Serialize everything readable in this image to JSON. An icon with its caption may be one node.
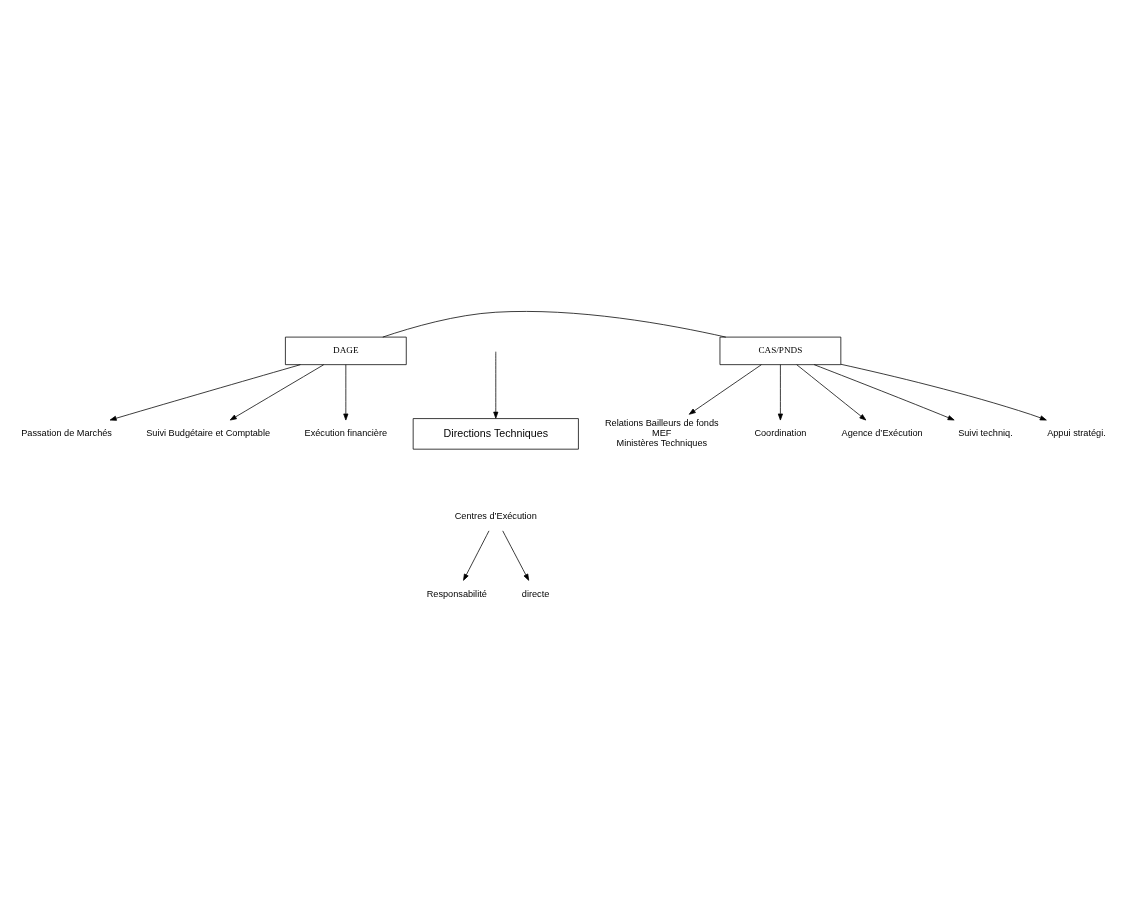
{
  "diagram": {
    "nodes": [
      {
        "text": [
          "DAGE"
        ]
      },
      {
        "text": [
          "CAS/PNDS"
        ]
      },
      {
        "text": [
          "Passation de Marchés"
        ]
      },
      {
        "text": [
          "Suivi Budgétaire et Comptable"
        ]
      },
      {
        "text": [
          "Exécution financière"
        ]
      },
      {
        "text": [
          "Coordination"
        ]
      },
      {
        "text": [
          "Agence d’Exécution"
        ]
      },
      {
        "text": [
          "Suivi techniq."
        ]
      },
      {
        "text": [
          "Appui stratégi."
        ]
      },
      {
        "text": [
          "Relations Bailleurs de fonds",
          "MEF",
          "Ministères Techniques"
        ]
      },
      {
        "text": [
          "Directions Techniques"
        ]
      },
      {
        "text": [
          "Centres d’Exécution"
        ]
      },
      {
        "text": [
          "Responsabilité"
        ]
      },
      {
        "text": [
          "directe"
        ]
      }
    ],
    "edges": [
      {
        "from": 0,
        "to": 1,
        "arrow": "none"
      },
      {
        "from": null,
        "to": 10,
        "arrow": "to"
      },
      {
        "from": 0,
        "to": 2,
        "arrow": "to"
      },
      {
        "from": 0,
        "to": 3,
        "arrow": "to"
      },
      {
        "from": 0,
        "to": 4,
        "arrow": "to"
      },
      {
        "from": 1,
        "to": 5,
        "arrow": "to"
      },
      {
        "from": 1,
        "to": 6,
        "arrow": "to"
      },
      {
        "from": 1,
        "to": 7,
        "arrow": "to"
      },
      {
        "from": 1,
        "to": 8,
        "arrow": "to"
      },
      {
        "from": 1,
        "to": 9,
        "arrow": "to"
      },
      {
        "from": 11,
        "to": 12,
        "arrow": "to"
      },
      {
        "from": 11,
        "to": 13,
        "arrow": "to"
      }
    ]
  }
}
